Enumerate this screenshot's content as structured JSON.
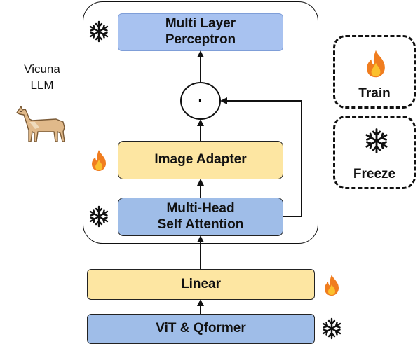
{
  "model": {
    "mlp_label": "Multi Layer\nPerceptron",
    "dot_symbol": "·",
    "image_adapter_label": "Image Adapter",
    "attention_label": "Multi-Head\nSelf Attention",
    "linear_label": "Linear",
    "vit_label": "ViT & Qformer",
    "llm_label": "Vicuna\nLLM"
  },
  "legend": {
    "train_label": "Train",
    "freeze_label": "Freeze"
  },
  "icons": {
    "train": "fire-icon",
    "freeze": "snowflake-icon",
    "llm": "vicuna-icon"
  },
  "colors": {
    "trainable_fill": "#fde6a2",
    "frozen_fill": "#a8c2f0",
    "flame_outer": "#f07d1f",
    "flame_inner": "#fbc02d"
  }
}
